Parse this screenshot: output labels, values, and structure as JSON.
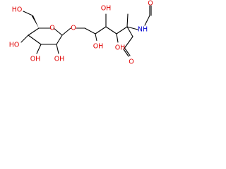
{
  "molecule": {
    "colors": {
      "oxygen": "#e00000",
      "nitrogen": "#0000d0",
      "bond": "#000000"
    },
    "labels": {
      "ho_top_left": "HO",
      "ho_bottom_1": "HO",
      "oh_bottom_2": "OH",
      "oh_bottom_3": "OH",
      "ring_o": "O",
      "linker_o": "O",
      "oh_chain_1": "OH",
      "oh_chain_2": "OH",
      "oh_chain_3": "OH",
      "nh": "NH",
      "aldehyde_o": "O",
      "acetyl_o": "O"
    }
  }
}
